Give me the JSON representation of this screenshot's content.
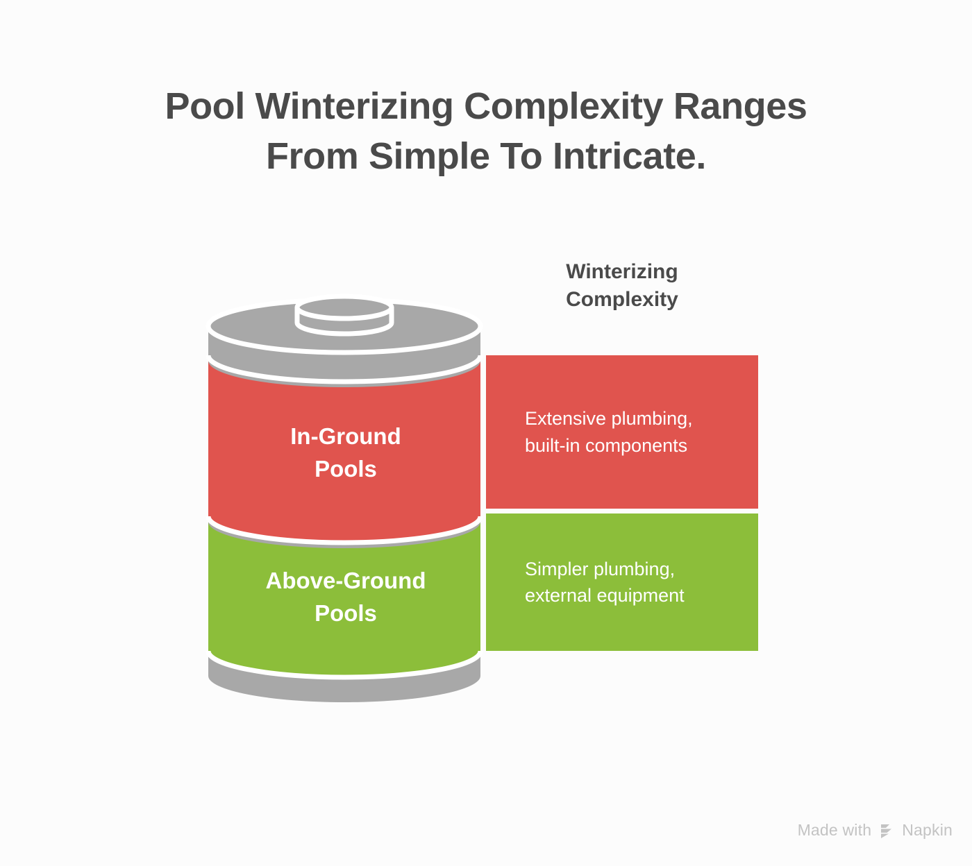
{
  "title": {
    "line1": "Pool Winterizing Complexity Ranges",
    "line2": "From Simple To Intricate."
  },
  "column_header": {
    "line1": "Winterizing",
    "line2": "Complexity"
  },
  "cylinder": {
    "segments": [
      {
        "id": "in-ground",
        "label_line1": "In-Ground",
        "label_line2": "Pools",
        "color": "#E0544E"
      },
      {
        "id": "above-ground",
        "label_line1": "Above-Ground",
        "label_line2": "Pools",
        "color": "#8CBE3A"
      }
    ],
    "cap_color": "#A8A8A8",
    "base_color": "#A8A8A8",
    "outline_color": "#FFFFFF"
  },
  "panels": [
    {
      "id": "in-ground-detail",
      "line1": "Extensive plumbing,",
      "line2": "built-in components",
      "color": "#E0544E"
    },
    {
      "id": "above-ground-detail",
      "line1": "Simpler plumbing,",
      "line2": "external equipment",
      "color": "#8CBE3A"
    }
  ],
  "watermark": {
    "prefix": "Made with",
    "brand": "Napkin",
    "logo": "napkin-logo-icon"
  },
  "theme": {
    "background": "#FCFCFC",
    "title_color": "#4A4A4A",
    "text_on_fill": "#FFFFFF",
    "watermark_color": "#C3C3C3"
  }
}
